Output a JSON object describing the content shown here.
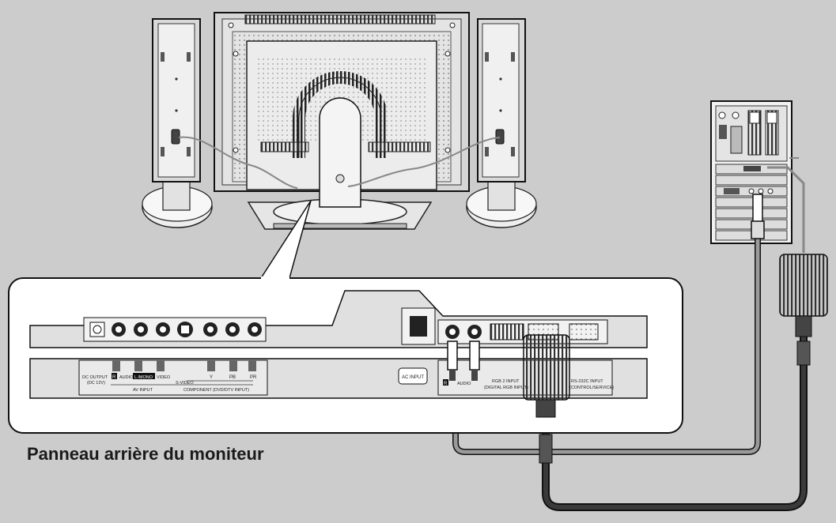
{
  "caption": "Panneau arrière du moniteur",
  "panel_labels": {
    "dc_output": "DC OUTPUT",
    "dc_voltage": "(DC 12V)",
    "audio_r": "R",
    "audio": "AUDIO",
    "audio_l_mono": "L /MONO",
    "video": "VIDEO",
    "s_video": "S-VIDEO",
    "av_input": "AV INPUT",
    "y": "Y",
    "pb": "PB",
    "pr": "PR",
    "component": "COMPONENT (DVD/DTV INPUT)",
    "ac_input": "AC INPUT",
    "pc_r": "R",
    "pc_audio": "AUDIO",
    "rgb2_input": "RGB 2 INPUT",
    "rgb2_digital": "(DIGITAL RGB INPUT)",
    "rs232c_input": "RS-232C INPUT",
    "rs232c_service": "(CONTROL/SERVICE)"
  },
  "colors": {
    "background": "#cccccc",
    "panel_fill": "#ffffff",
    "cable_dark": "#2a2a2a",
    "cable_light": "#9a9a9a"
  }
}
